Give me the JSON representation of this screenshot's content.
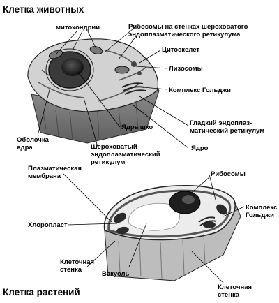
{
  "titles": {
    "animal": "Клетка животных",
    "plant": "Клетка растений"
  },
  "labels": {
    "mitochondria": "митохондрии",
    "ribosomes_rough": "Рибосомы на стенках шероховатого\nэндоплазматического ретикулума",
    "cytoskeleton": "Цитоскелет",
    "lysosomes": "Лизосомы",
    "golgi_animal": "Комплекс Гольджи",
    "smooth_er": "Гладкий эндоплаз-\nматический ретикулум",
    "nuclear_envelope": "Оболочка\nядра",
    "nucleolus": "Ядрышко",
    "rough_er": "Шероховатый\nэндоплазматический\nретикулум",
    "nucleus": "Ядро",
    "plasma_membrane": "Плазматическая\nмембрана",
    "ribosomes": "Рибосомы",
    "golgi_plant": "Комплекс\nГольджи",
    "chloroplast": "Хлоропласт",
    "cell_wall_left": "Клеточная\nстенка",
    "vacuole": "Вакуоль",
    "cell_wall_right": "Клеточная\nстенка"
  }
}
